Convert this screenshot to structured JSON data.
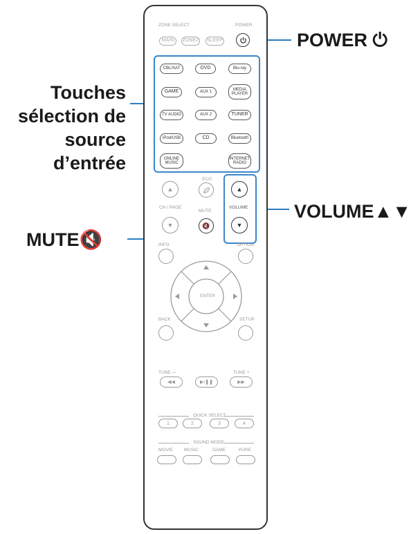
{
  "callouts": {
    "power": "POWER ⏻",
    "source_line1": "Touches",
    "source_line2": "sélection de",
    "source_line3": "source",
    "source_line4": "d’entrée",
    "volume": "VOLUME▲▼",
    "mute": "MUTE🔇"
  },
  "remote": {
    "zone_select": "ZONE SELECT",
    "power_label": "POWER",
    "zone_buttons": [
      "MAIN",
      "ZONE2",
      "SLEEP"
    ],
    "source_buttons": [
      "CBL/SAT",
      "DVD",
      "Blu-ray",
      "GAME",
      "AUX 1",
      "MEDIA PLAYER",
      "TV AUDIO",
      "AUX 2",
      "TUNER",
      "iPod/USB",
      "CD",
      "Bluetooth",
      "ONLINE MUSIC",
      "INTERNET RADIO"
    ],
    "eco": "ECO",
    "ch_page": "CH / PAGE",
    "mute_label": "MUTE",
    "volume_label": "VOLUME",
    "info": "INFO",
    "option": "OPTION",
    "enter": "ENTER",
    "back": "BACK",
    "setup": "SETUP",
    "tune_minus": "TUNE —",
    "tune_plus": "TUNE +",
    "quick_select": "QUICK SELECT",
    "quick_buttons": [
      "1",
      "2",
      "3",
      "4"
    ],
    "sound_mode": "SOUND MODE",
    "sound_buttons": [
      "MOVIE",
      "MUSIC",
      "GAME",
      "PURE"
    ]
  },
  "colors": {
    "accent": "#3a86c8",
    "text": "#1a1a1a"
  }
}
